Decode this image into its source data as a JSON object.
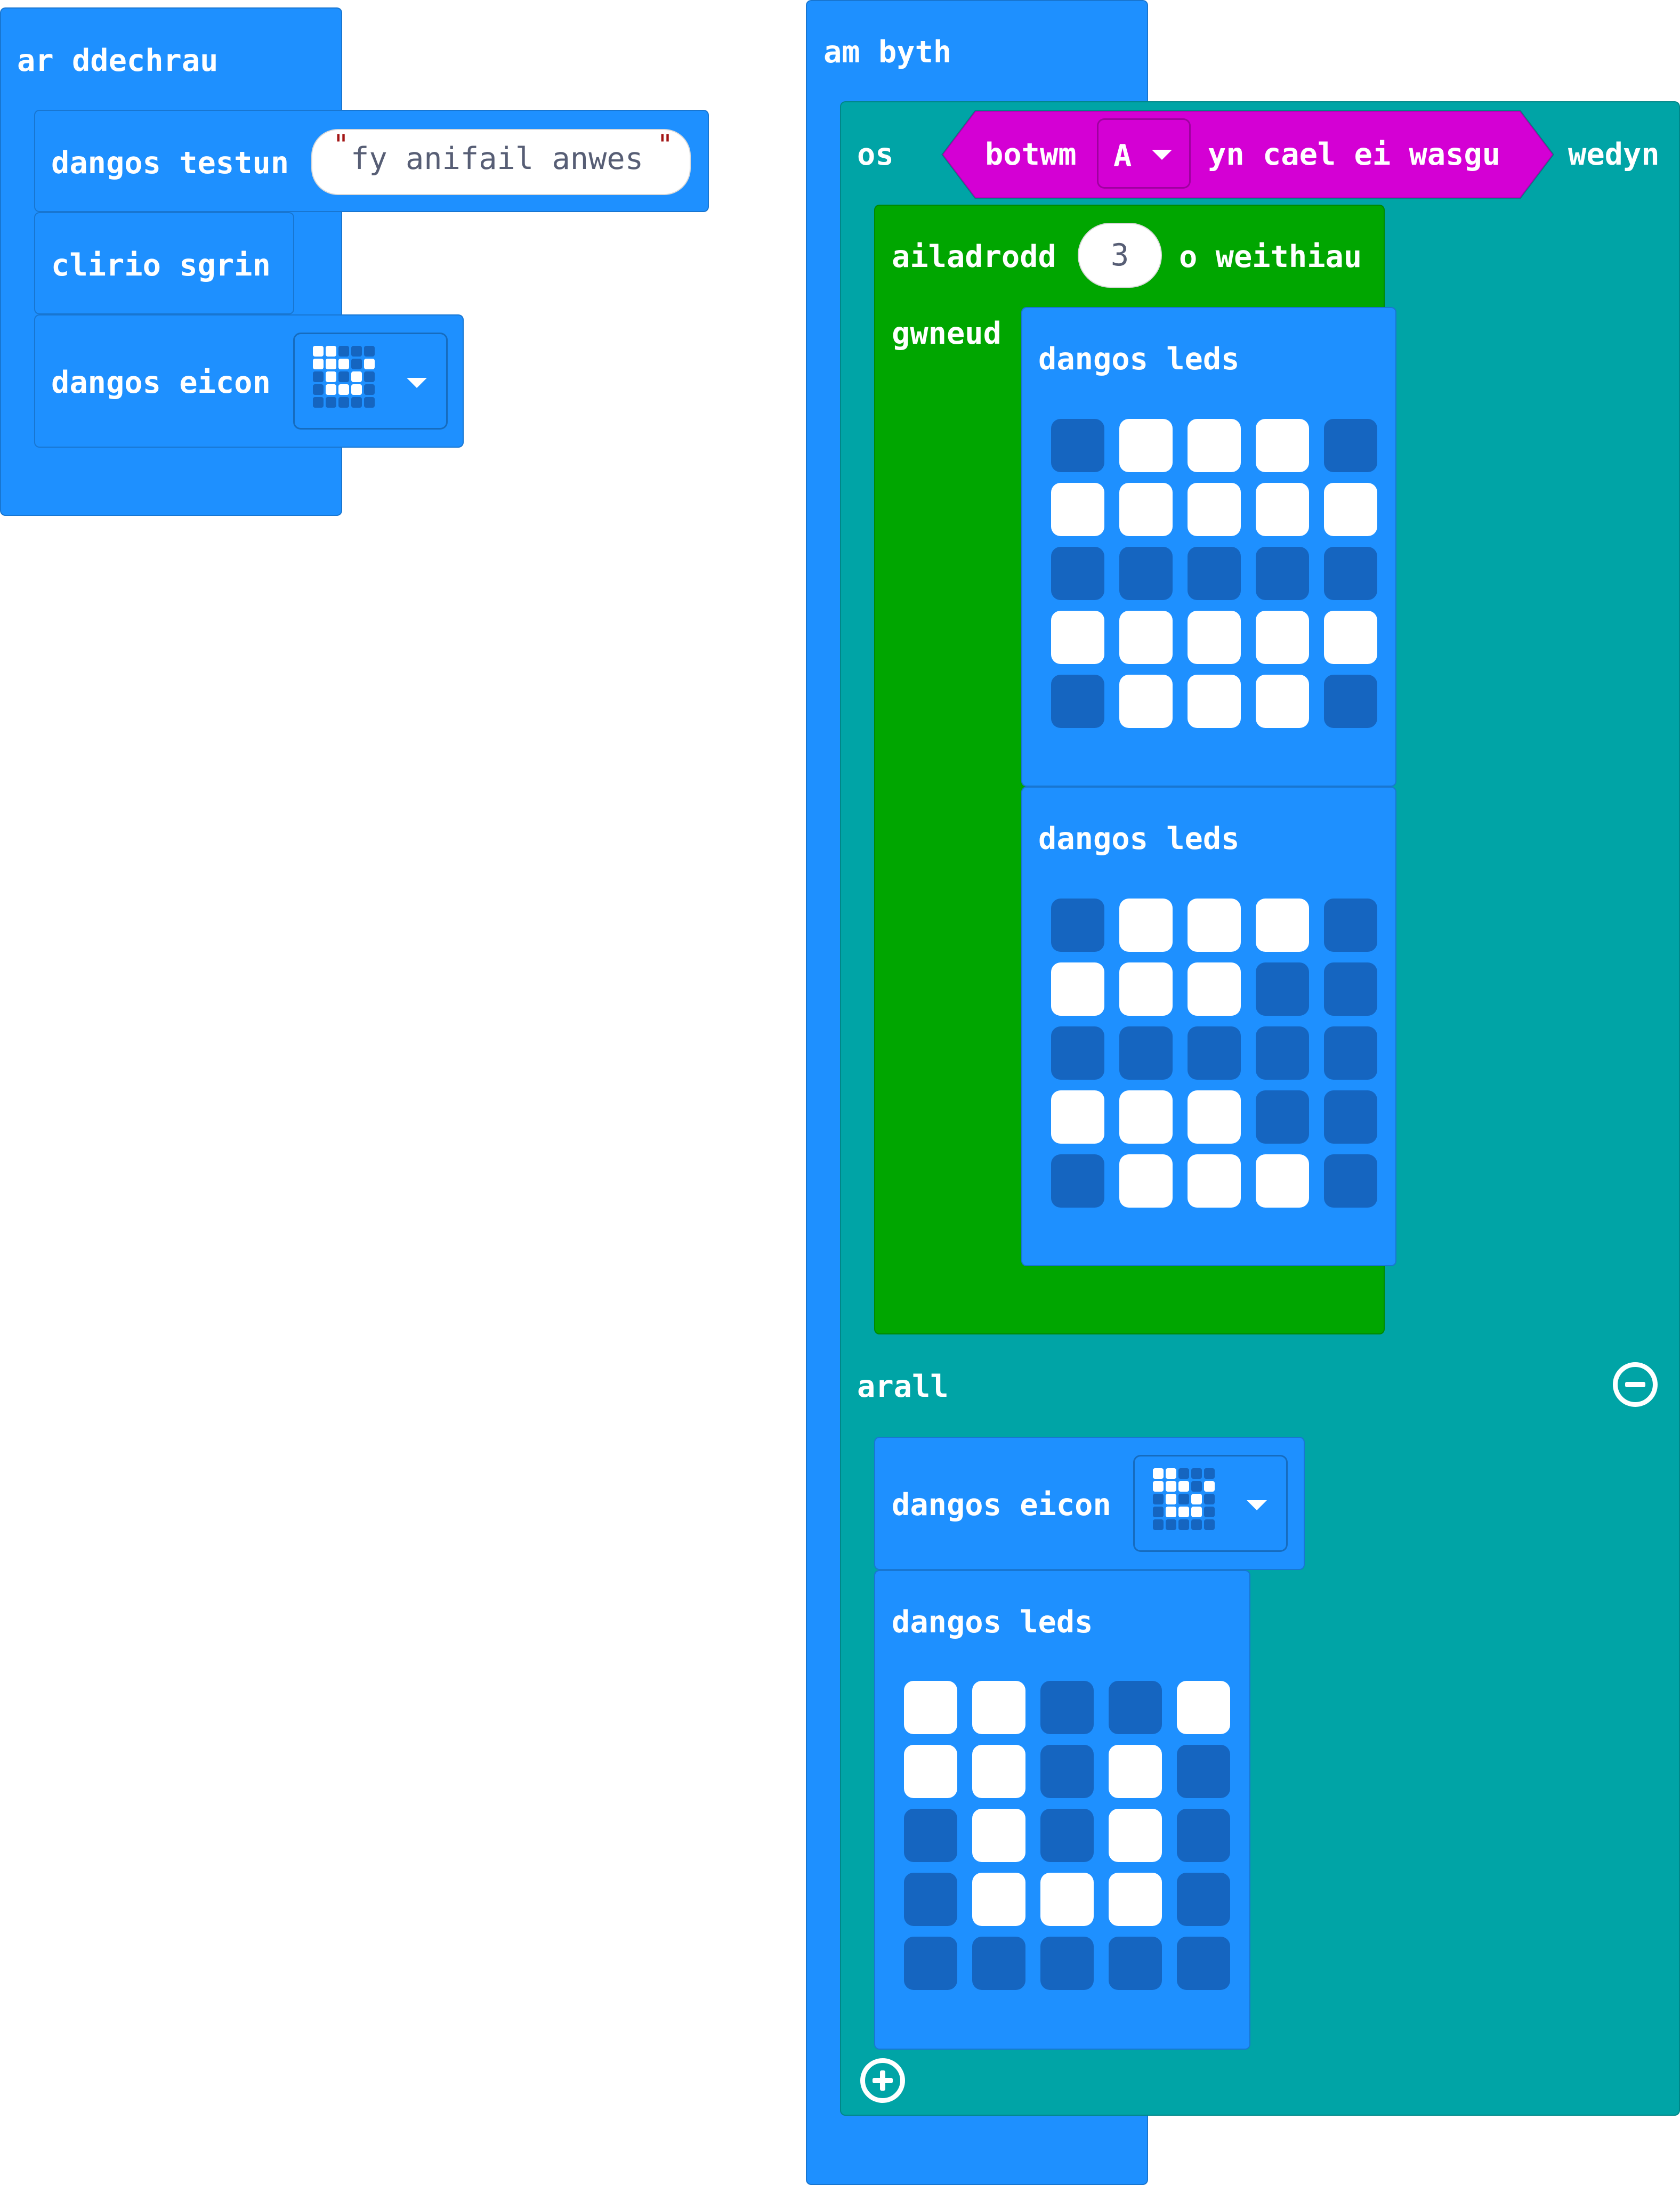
{
  "on_start": {
    "hat_label": "ar ddechrau",
    "show_string": {
      "label": "dangos testun",
      "value": "fy anifail anwes"
    },
    "clear_screen": {
      "label": "clirio sgrin"
    },
    "show_icon": {
      "label": "dangos eicon",
      "icon": "heart-icon"
    }
  },
  "forever": {
    "hat_label": "am byth",
    "if_block": {
      "if_label": "os",
      "then_label": "wedyn",
      "condition": {
        "button_label": "botwm",
        "button_value": "A",
        "pressed_label": "yn cael ei wasgu"
      },
      "repeat": {
        "label": "ailadrodd",
        "times": "3",
        "times_label": "o weithiau",
        "do_label": "gwneud",
        "show_leds_1": {
          "label": "dangos leds",
          "leds": [
            [
              0,
              1,
              1,
              1,
              0
            ],
            [
              1,
              1,
              1,
              1,
              1
            ],
            [
              0,
              0,
              0,
              0,
              0
            ],
            [
              1,
              1,
              1,
              1,
              1
            ],
            [
              0,
              1,
              1,
              1,
              0
            ]
          ]
        },
        "show_leds_2": {
          "label": "dangos leds",
          "leds": [
            [
              0,
              1,
              1,
              1,
              0
            ],
            [
              1,
              1,
              1,
              0,
              0
            ],
            [
              0,
              0,
              0,
              0,
              0
            ],
            [
              1,
              1,
              1,
              0,
              0
            ],
            [
              0,
              1,
              1,
              1,
              0
            ]
          ]
        }
      },
      "else_label": "arall",
      "else_show_icon": {
        "label": "dangos eicon",
        "icon": "heart-icon"
      },
      "else_show_leds": {
        "label": "dangos leds",
        "leds": [
          [
            1,
            1,
            0,
            0,
            1
          ],
          [
            1,
            1,
            0,
            1,
            0
          ],
          [
            0,
            1,
            0,
            1,
            0
          ],
          [
            0,
            1,
            1,
            1,
            0
          ],
          [
            0,
            0,
            0,
            0,
            0
          ]
        ]
      }
    }
  },
  "icon_pattern": [
    [
      1,
      1,
      0,
      0,
      0
    ],
    [
      1,
      1,
      1,
      0,
      1
    ],
    [
      0,
      1,
      0,
      1,
      0
    ],
    [
      0,
      1,
      1,
      1,
      0
    ],
    [
      0,
      0,
      0,
      0,
      0
    ]
  ],
  "colors": {
    "basic": "#1e90ff",
    "loops": "#00a600",
    "logic": "#00a4a6",
    "input": "#d400d4",
    "led_on": "#ffffff",
    "led_off": "#1565c0"
  }
}
